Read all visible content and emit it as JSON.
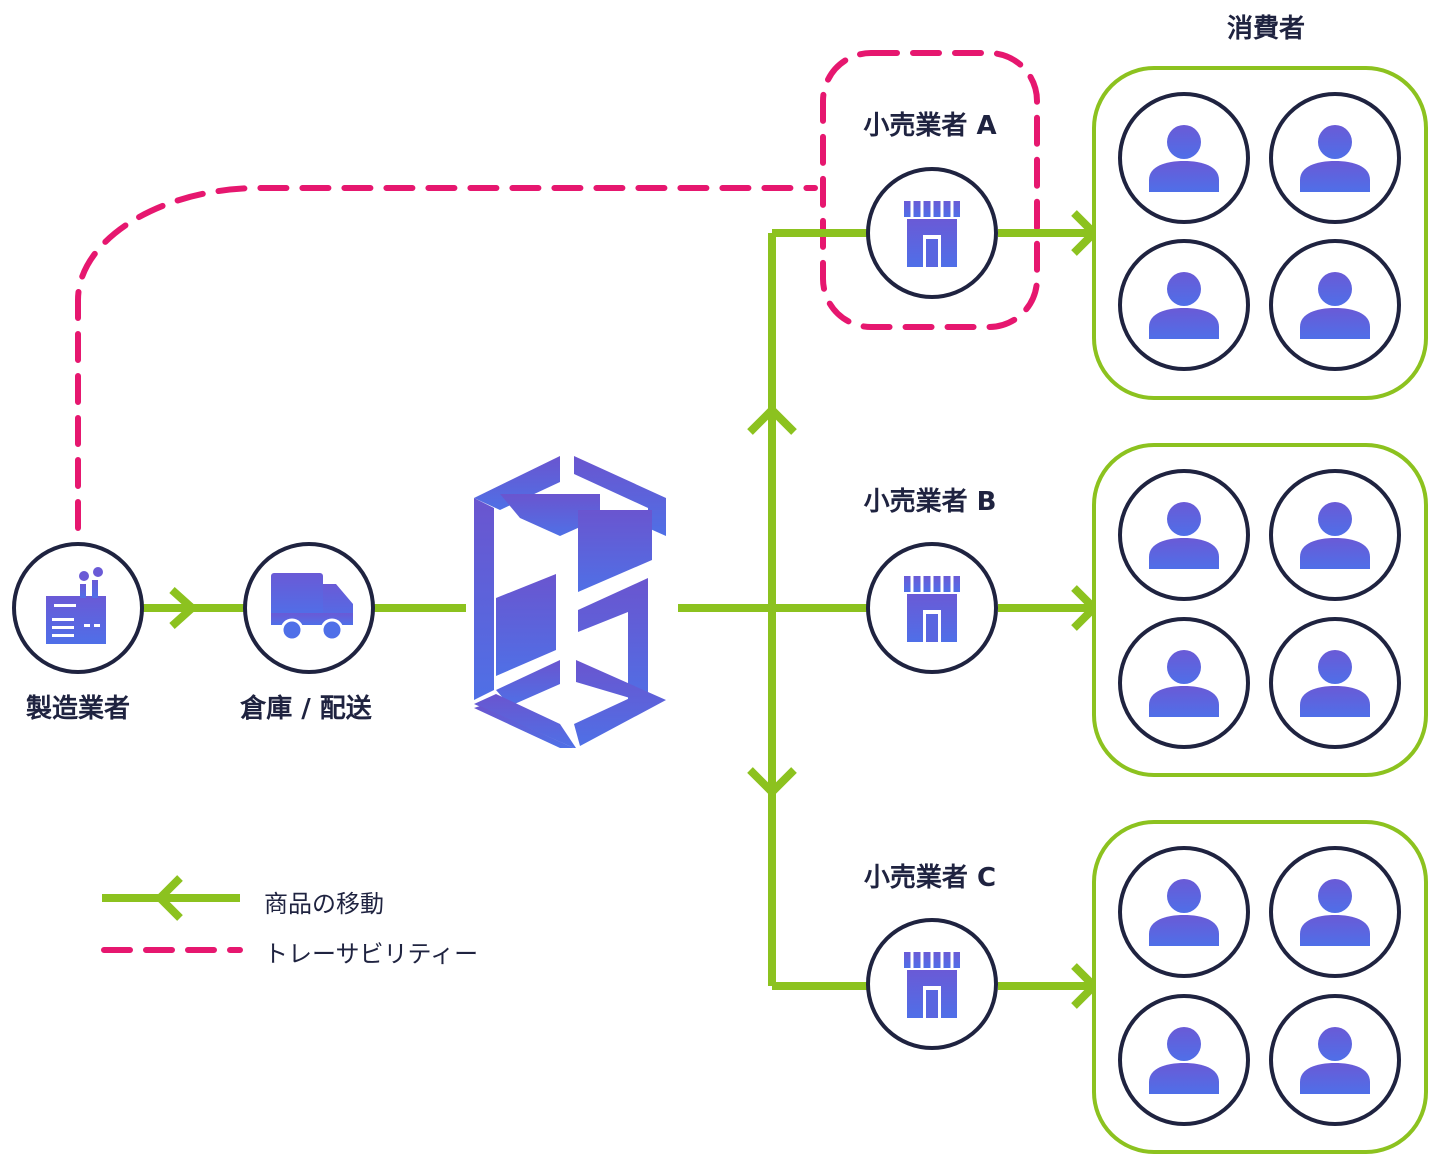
{
  "colors": {
    "flow": "#8cc21f",
    "trace": "#e6176f",
    "outline": "#1f2340",
    "icon_top": "#6a5ad6",
    "icon_bottom": "#4f6fe8"
  },
  "nodes": {
    "manufacturer": {
      "label": "製造業者",
      "icon": "factory-icon"
    },
    "warehouse": {
      "label": "倉庫 / 配送",
      "icon": "truck-icon"
    },
    "hub": {
      "icon": "platform-logo-icon"
    },
    "retailers": [
      {
        "label": "小売業者 A",
        "icon": "store-icon"
      },
      {
        "label": "小売業者 B",
        "icon": "store-icon"
      },
      {
        "label": "小売業者 C",
        "icon": "store-icon"
      }
    ],
    "consumers": {
      "label": "消費者",
      "icon": "person-icon"
    }
  },
  "legend": {
    "flow_label": "商品の移動",
    "trace_label": "トレーサビリティー"
  }
}
